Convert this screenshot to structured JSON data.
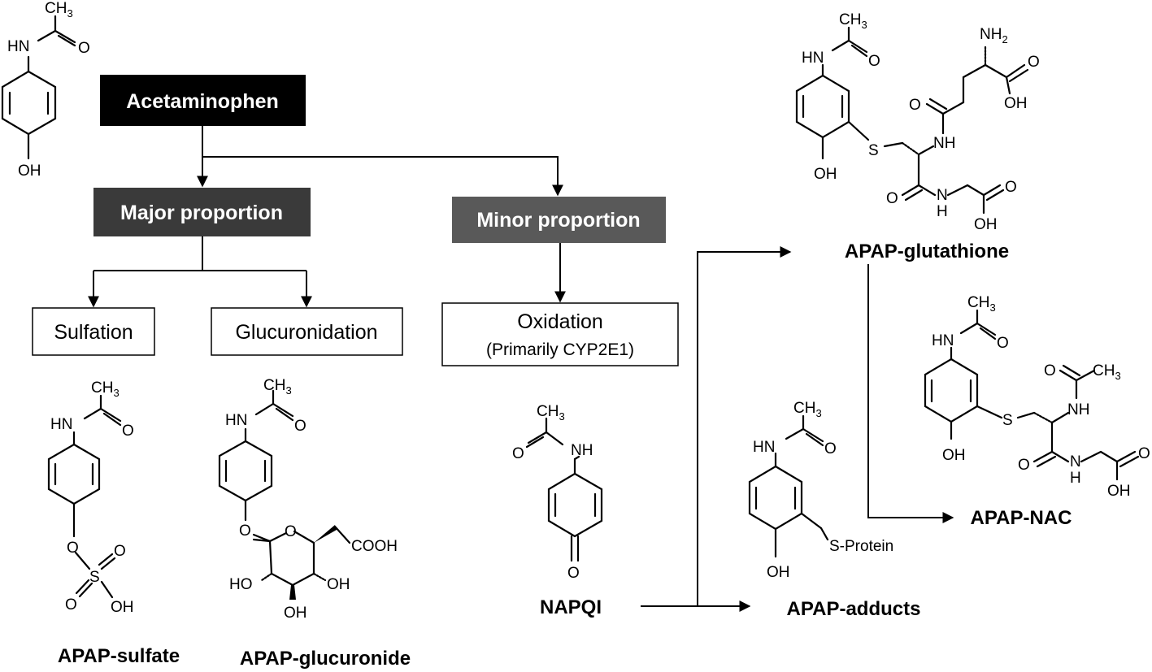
{
  "boxes": {
    "acetaminophen": "Acetaminophen",
    "major": "Major proportion",
    "minor": "Minor proportion",
    "sulfation": "Sulfation",
    "glucuronidation": "Glucuronidation",
    "oxidation": "Oxidation",
    "oxidation_note": "(Primarily CYP2E1)"
  },
  "names": {
    "sulfate": "APAP-sulfate",
    "glucuronide": "APAP-glucuronide",
    "napqi": "NAPQI",
    "glutathione": "APAP-glutathione",
    "nac": "APAP-NAC",
    "adducts": "APAP-adducts"
  },
  "atoms": {
    "ch3": "CH",
    "ch3_sub": "3",
    "hn": "HN",
    "nh": "NH",
    "h": "H",
    "n": "N",
    "o": "O",
    "oh": "OH",
    "ho": "HO",
    "s": "S",
    "nh2": "NH",
    "nh2_sub": "2",
    "cooh": "COOH",
    "s_protein": "S-Protein"
  },
  "colors": {
    "black_box": "#000000",
    "dark_box": "#3a3a3a",
    "mid_box": "#595959",
    "line": "#000000"
  }
}
